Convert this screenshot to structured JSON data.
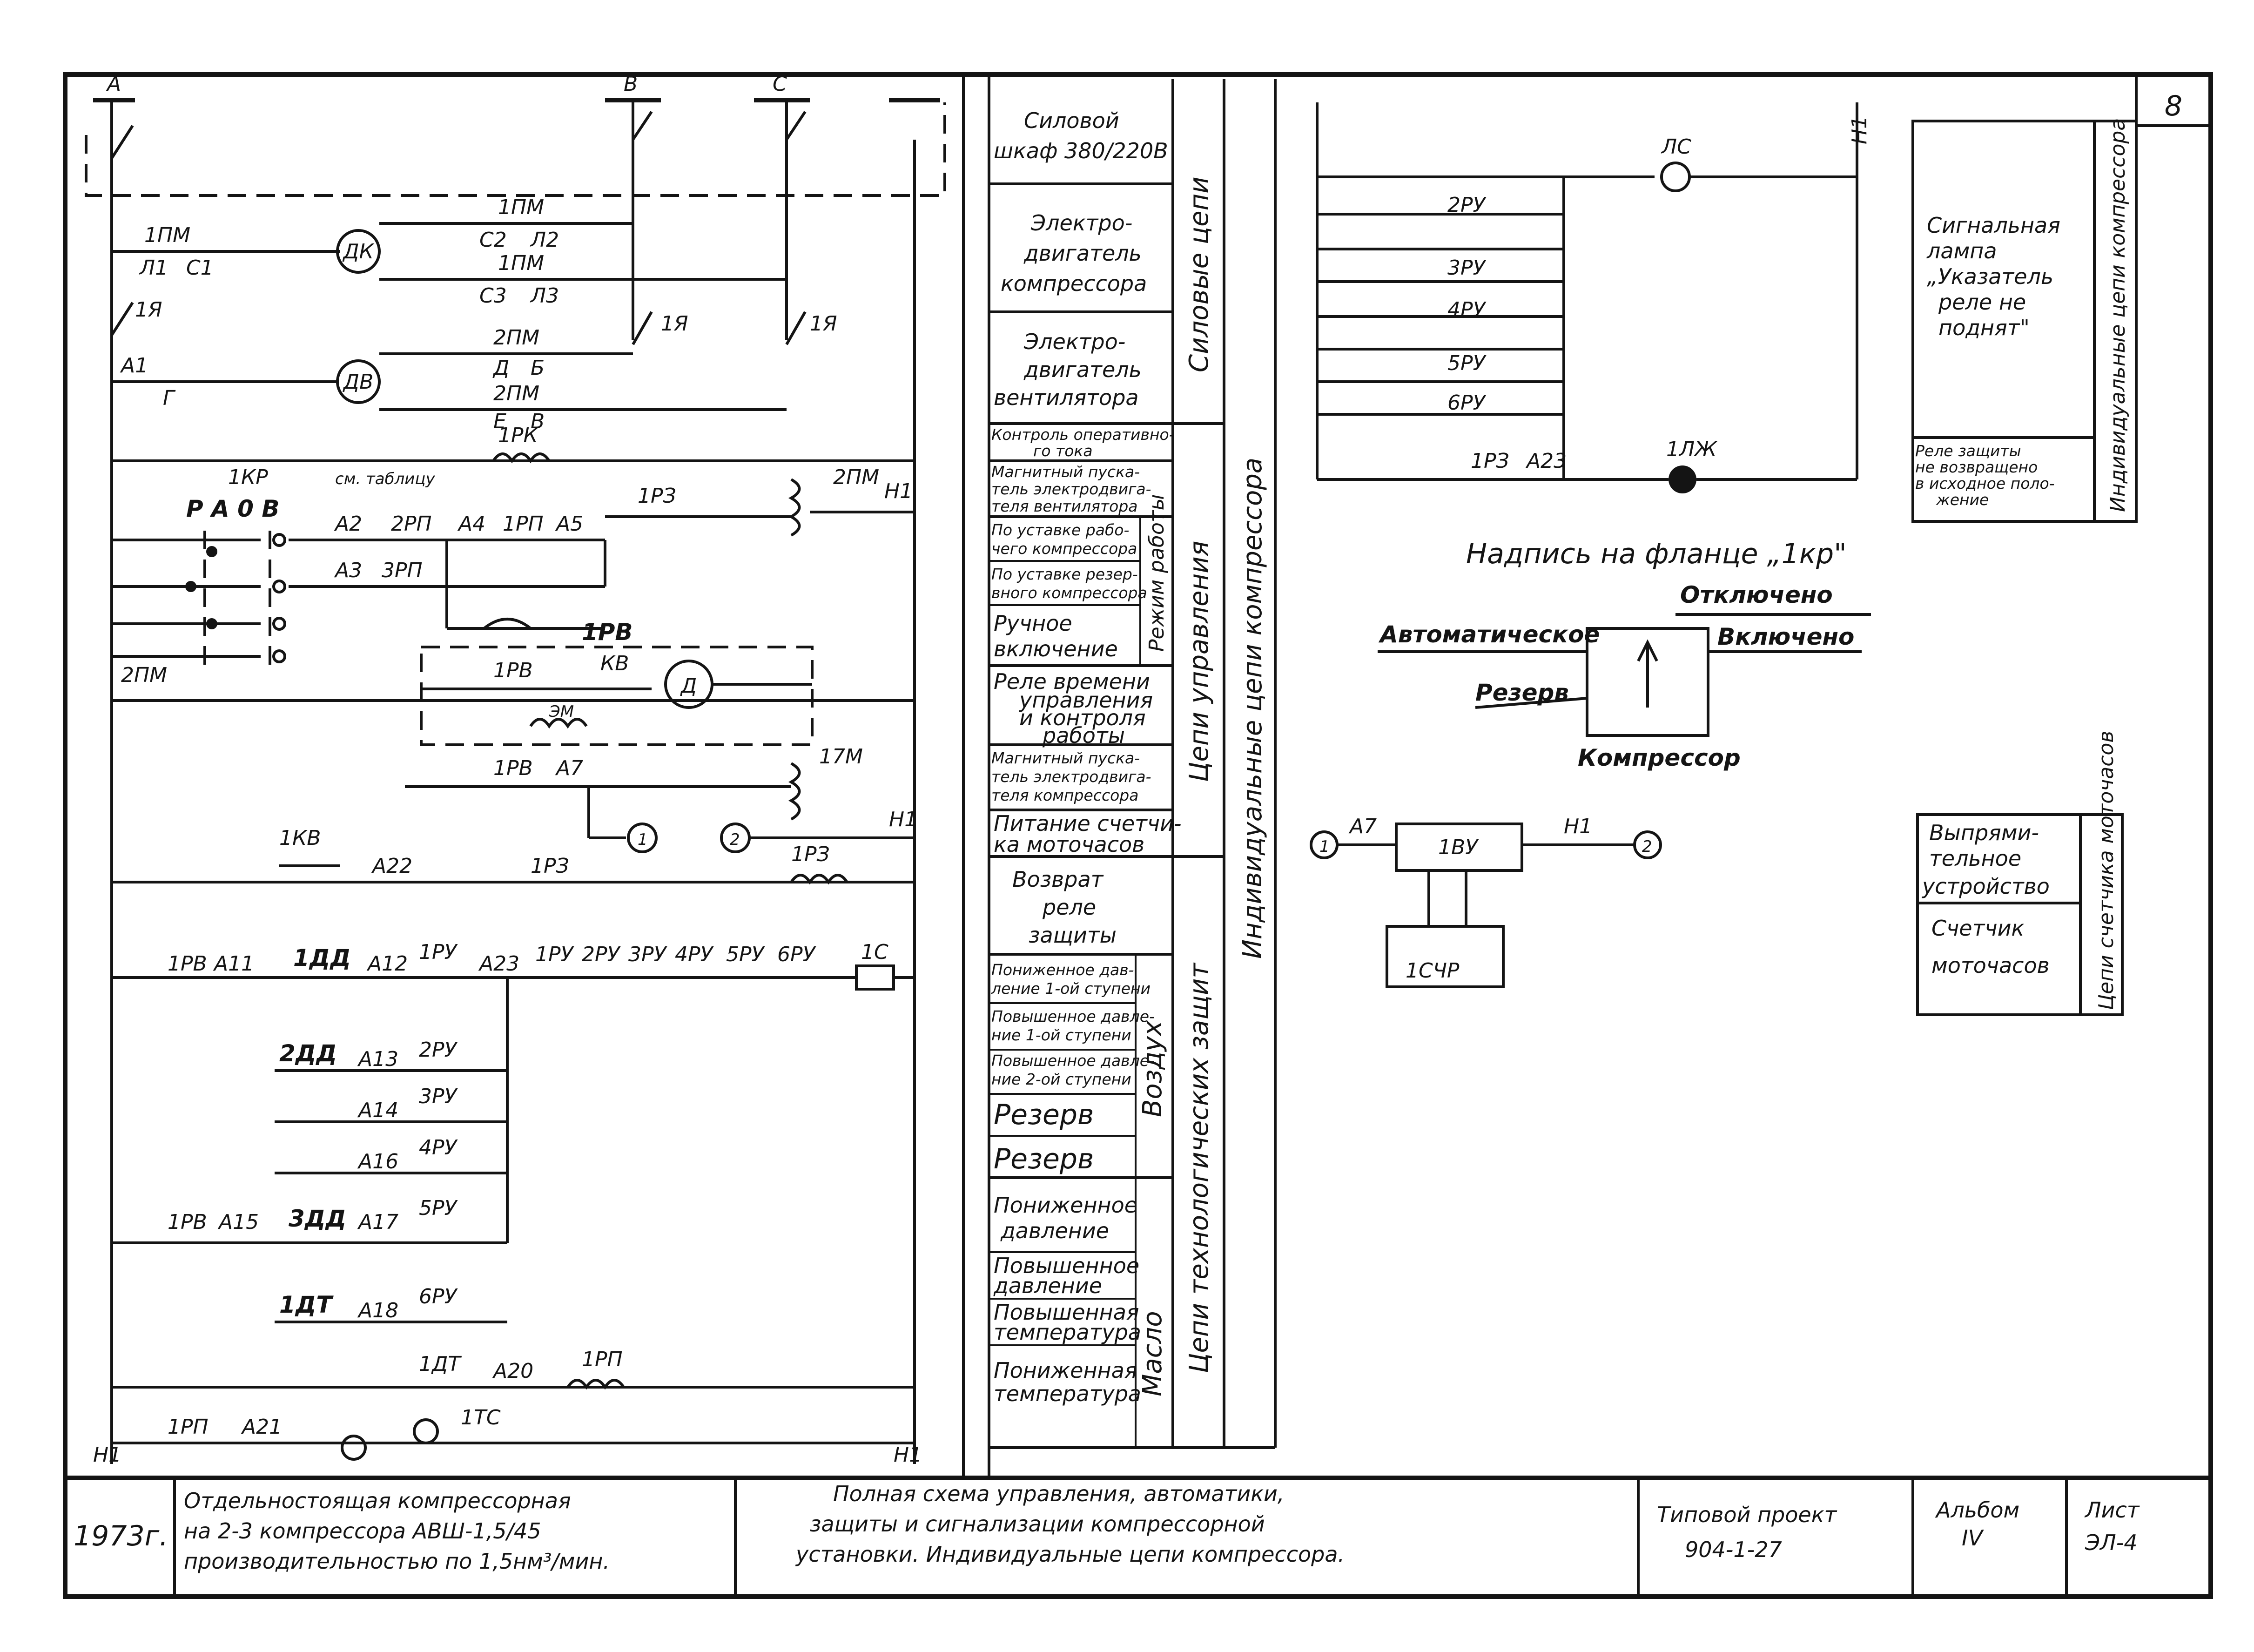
{
  "sheet_number": "8",
  "title_block": {
    "year": "1973г.",
    "object_lines": [
      "Отдельностоящая компрессорная",
      "на 2-3 компрессора АВШ-1,5/45",
      "производительностью по 1,5нм³/мин."
    ],
    "drawing_lines": [
      "Полная схема управления, автоматики,",
      "защиты и сигнализации компрессорной",
      "установки. Индивидуальные цепи компрессора."
    ],
    "project_lines": [
      "Типовой проект",
      "904-1-27"
    ],
    "album_label": "Альбом",
    "album_value": "IV",
    "sheet_label": "Лист",
    "sheet_value": "ЭЛ-4"
  },
  "function_table": {
    "group_main": "Индивидуальные цепи компрессора",
    "group_power": "Силовые цепи",
    "group_control": "Цепи управления",
    "group_modes": "Режим работы",
    "group_tech": "Цепи технологических защит",
    "group_air": "Воздух",
    "group_oil": "Масло",
    "rows": [
      [
        "Силовой",
        "шкаф 380/220В"
      ],
      [
        "Электро-",
        "двигатель",
        "компрессора"
      ],
      [
        "Электро-",
        "двигатель",
        "вентилятора"
      ],
      [
        "Контроль оперативно-",
        "го тока"
      ],
      [
        "Магнитный пуска-",
        "тель электродвига-",
        "теля вентилятора"
      ],
      [
        "По уставке рабо-",
        "чего компрессора"
      ],
      [
        "По уставке резер-",
        "вного компрессора"
      ],
      [
        "Ручное",
        "включение"
      ],
      [
        "Реле времени",
        "управления",
        "и контроля",
        "работы"
      ],
      [
        "Магнитный пуска-",
        "тель электродвига-",
        "теля компрессора"
      ],
      [
        "Питание счетчи-",
        "ка моточасов"
      ],
      [
        "Возврат",
        "реле",
        "защиты"
      ],
      [
        "Пониженное дав-",
        "ление 1-ой ступени"
      ],
      [
        "Повышенное давле-",
        "ние 1-ой ступени"
      ],
      [
        "Повышенное давле-",
        "ние 2-ой ступени"
      ],
      [
        "Резерв"
      ],
      [
        "Резерв"
      ],
      [
        "Пониженное",
        "давление"
      ],
      [
        "Повышенное",
        "давление"
      ],
      [
        "Повышенная",
        "температура"
      ],
      [
        "Пониженная",
        "температура"
      ]
    ]
  },
  "signal_table": {
    "group": "Индивидуальные цепи компрессора",
    "lamp_lines": [
      "Сигнальная",
      "лампа",
      "„Указатель",
      "реле не",
      "поднят\""
    ],
    "relay_lines": [
      "Реле защиты",
      "не возвращено",
      "в исходное поло-",
      "жение"
    ]
  },
  "counter_table": {
    "group": "Цепи счетчика моточасов",
    "rect_lines": [
      "Выпрями-",
      "тельное",
      "устройство"
    ],
    "counter_lines": [
      "Счетчик",
      "моточасов"
    ]
  },
  "switch_plate": {
    "caption": "Надпись на фланце „1кр\"",
    "off": "Отключено",
    "auto": "Автоматическое",
    "on": "Включено",
    "reserve": "Резерв",
    "name": "Компрессор"
  },
  "schematic": {
    "phases": [
      "А",
      "В",
      "С"
    ],
    "neutral": "Н1",
    "components": {
      "dk": "ДК",
      "dv": "ДВ",
      "d": "Д",
      "pm1": "1ПМ",
      "pm2": "2ПМ",
      "pm17": "17М",
      "ya": "1Я",
      "rk": "1РК",
      "kr": "1КР",
      "rb": "1РВ",
      "kv": "КВ",
      "kv1": "1КВ",
      "em": "ЭМ",
      "rp": "1РП",
      "rp2": "2РП",
      "rp3": "3РП",
      "rz": "1РЗ",
      "dd1": "1ДД",
      "dd2": "2ДД",
      "dd3": "3ДД",
      "dt": "1ДТ",
      "ru1": "1РУ",
      "ru2": "2РУ",
      "ru3": "3РУ",
      "ru4": "4РУ",
      "ru5": "5РУ",
      "ru6": "6РУ",
      "c1": "1С",
      "ts": "1ТС",
      "ls": "ЛС",
      "lzh": "1ЛЖ",
      "by": "1ВУ",
      "sch": "1СЧР",
      "see_table": "см. таблицу",
      "ra": "Р А 0 В"
    },
    "wire_labels": [
      "Л1",
      "С1",
      "С2",
      "Л2",
      "С3",
      "Л3",
      "А1",
      "Г",
      "Д",
      "Б",
      "Е",
      "В",
      "А2",
      "А3",
      "А4",
      "А5",
      "А7",
      "А11",
      "А12",
      "А13",
      "А14",
      "А16",
      "А17",
      "А18",
      "А20",
      "А21",
      "А22",
      "А23",
      "А15"
    ],
    "terminal_marks": [
      "1",
      "2"
    ]
  }
}
